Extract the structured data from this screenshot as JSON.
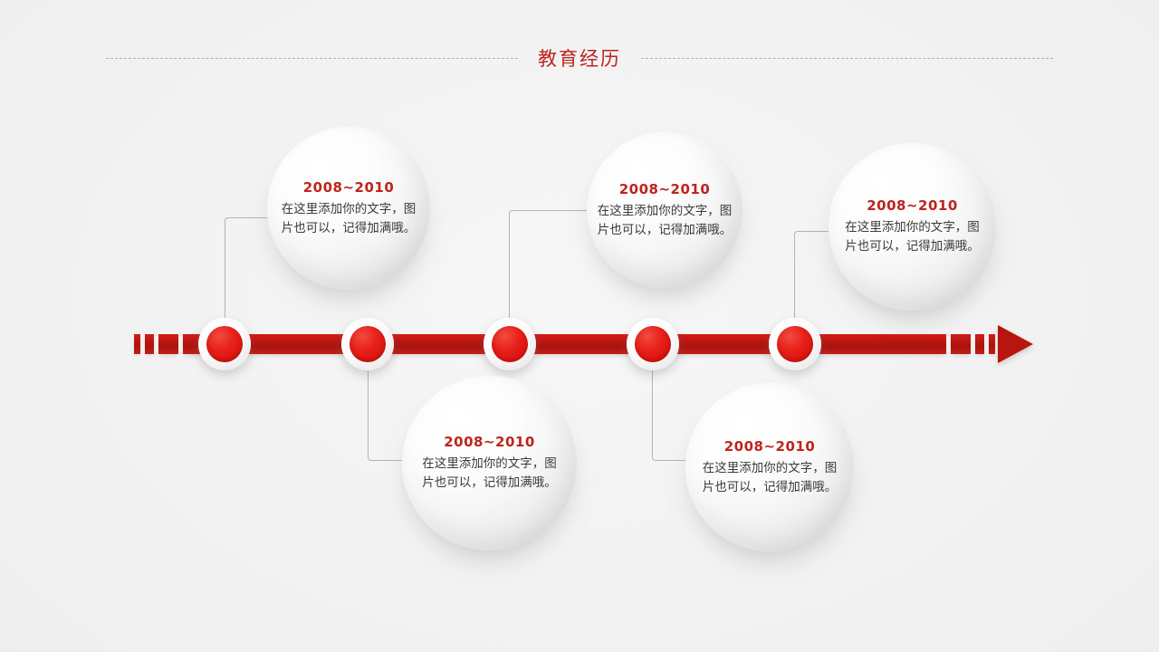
{
  "slide": {
    "title": "教育经历",
    "title_color": "#bf231d",
    "background_color": "#f0f0f0"
  },
  "timeline": {
    "bar_color": "#bc1510",
    "node_color": "#e8201a",
    "node_ring_color": "#ffffff",
    "connector_color": "#b4b4b4",
    "arrow_direction": "right",
    "node_count": 5,
    "left_dashes": 4,
    "right_dashes": 3
  },
  "entries": [
    {
      "year": "2008~2010",
      "text": "在这里添加你的文字，图片也可以，记得加满哦。",
      "position": "above"
    },
    {
      "year": "2008~2010",
      "text": "在这里添加你的文字，图片也可以，记得加满哦。",
      "position": "below"
    },
    {
      "year": "2008~2010",
      "text": "在这里添加你的文字，图片也可以，记得加满哦。",
      "position": "above"
    },
    {
      "year": "2008~2010",
      "text": "在这里添加你的文字，图片也可以，记得加满哦。",
      "position": "below"
    },
    {
      "year": "2008~2010",
      "text": "在这里添加你的文字，图片也可以，记得加满哦。",
      "position": "above"
    }
  ]
}
